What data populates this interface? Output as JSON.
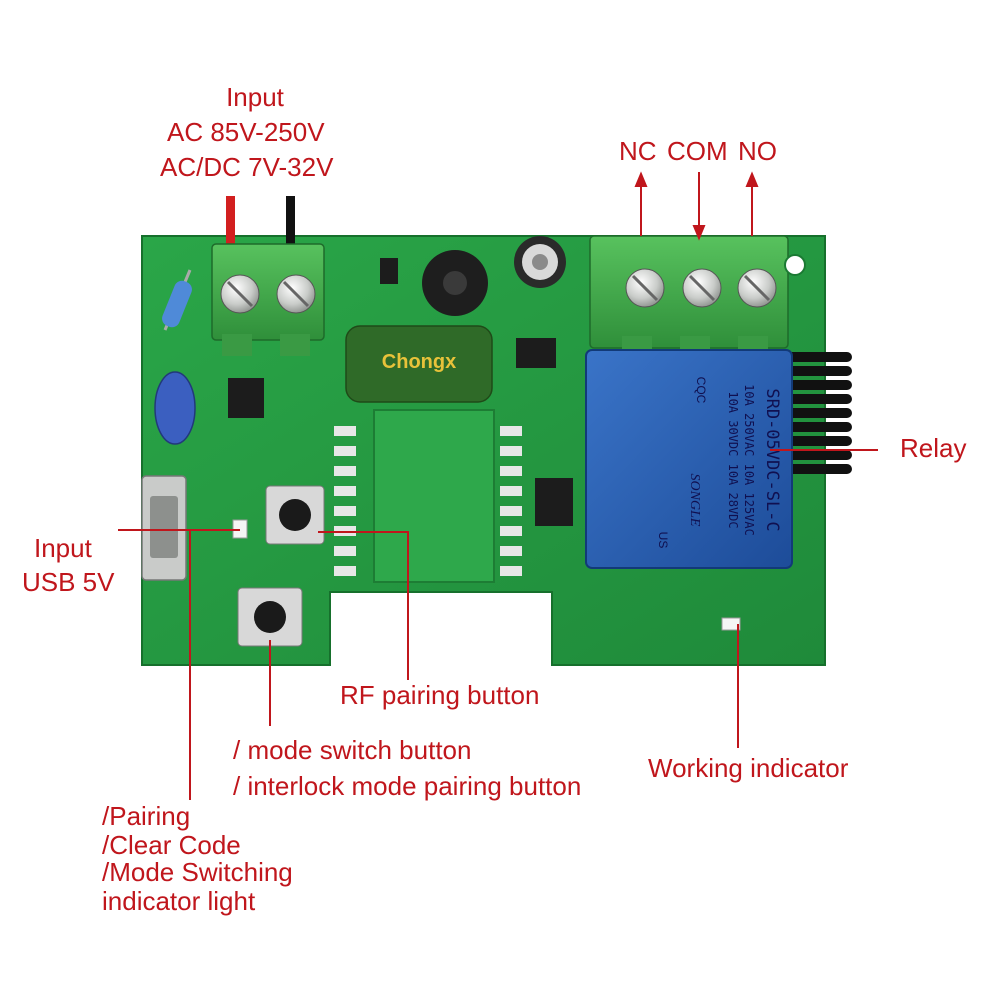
{
  "labels": {
    "input_title": "Input",
    "input_ac": "AC  85V-250V",
    "input_acdc": "AC/DC 7V-32V",
    "nc": "NC",
    "com": "COM",
    "no": "NO",
    "relay": "Relay",
    "usb_input_1": "Input",
    "usb_input_2": "USB 5V",
    "rf_pairing": "RF pairing button",
    "mode_switch_1": "/ mode switch button",
    "mode_switch_2": "/ interlock mode pairing button",
    "working_indicator": "Working indicator",
    "pairing_1": "/Pairing",
    "pairing_2": "/Clear Code",
    "pairing_3": "/Mode Switching",
    "pairing_4": "indicator light"
  },
  "board_markings": {
    "capacitor_brand": "Chongx",
    "relay_brand": "SONGLE",
    "relay_cqc": "CQC",
    "relay_line1": "10A 250VAC  10A 125VAC",
    "relay_line2": "10A  30VDC  10A  28VDC",
    "relay_model": "SRD-05VDC-SL-C",
    "relay_us": "US"
  },
  "colors": {
    "board": "#23963f",
    "terminal": "#3fa84a",
    "relay": "#2456a8",
    "label": "#c0161c",
    "wire_red": "#d21f1f",
    "wire_black": "#111111"
  }
}
